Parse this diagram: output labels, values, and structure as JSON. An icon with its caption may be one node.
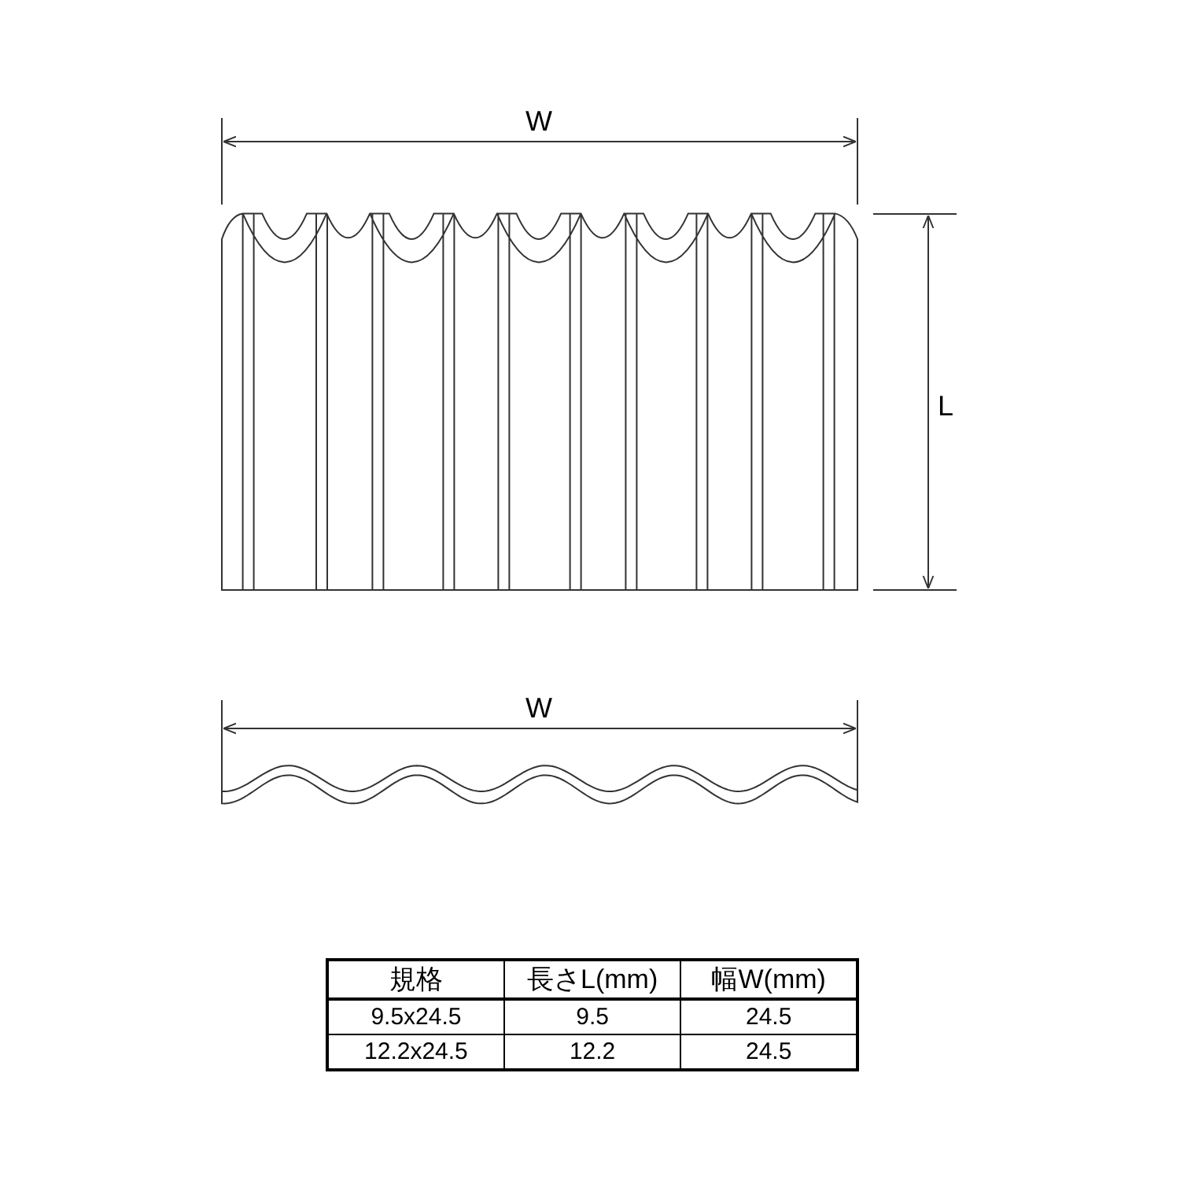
{
  "diagram": {
    "labels": [
      "W",
      "L",
      "W",
      "規格",
      "長さL(mm)",
      "幅W(mm)",
      "9.5x24.5",
      "9.5",
      "24.5",
      "12.2x24.5",
      "12.2",
      "24.5"
    ]
  }
}
